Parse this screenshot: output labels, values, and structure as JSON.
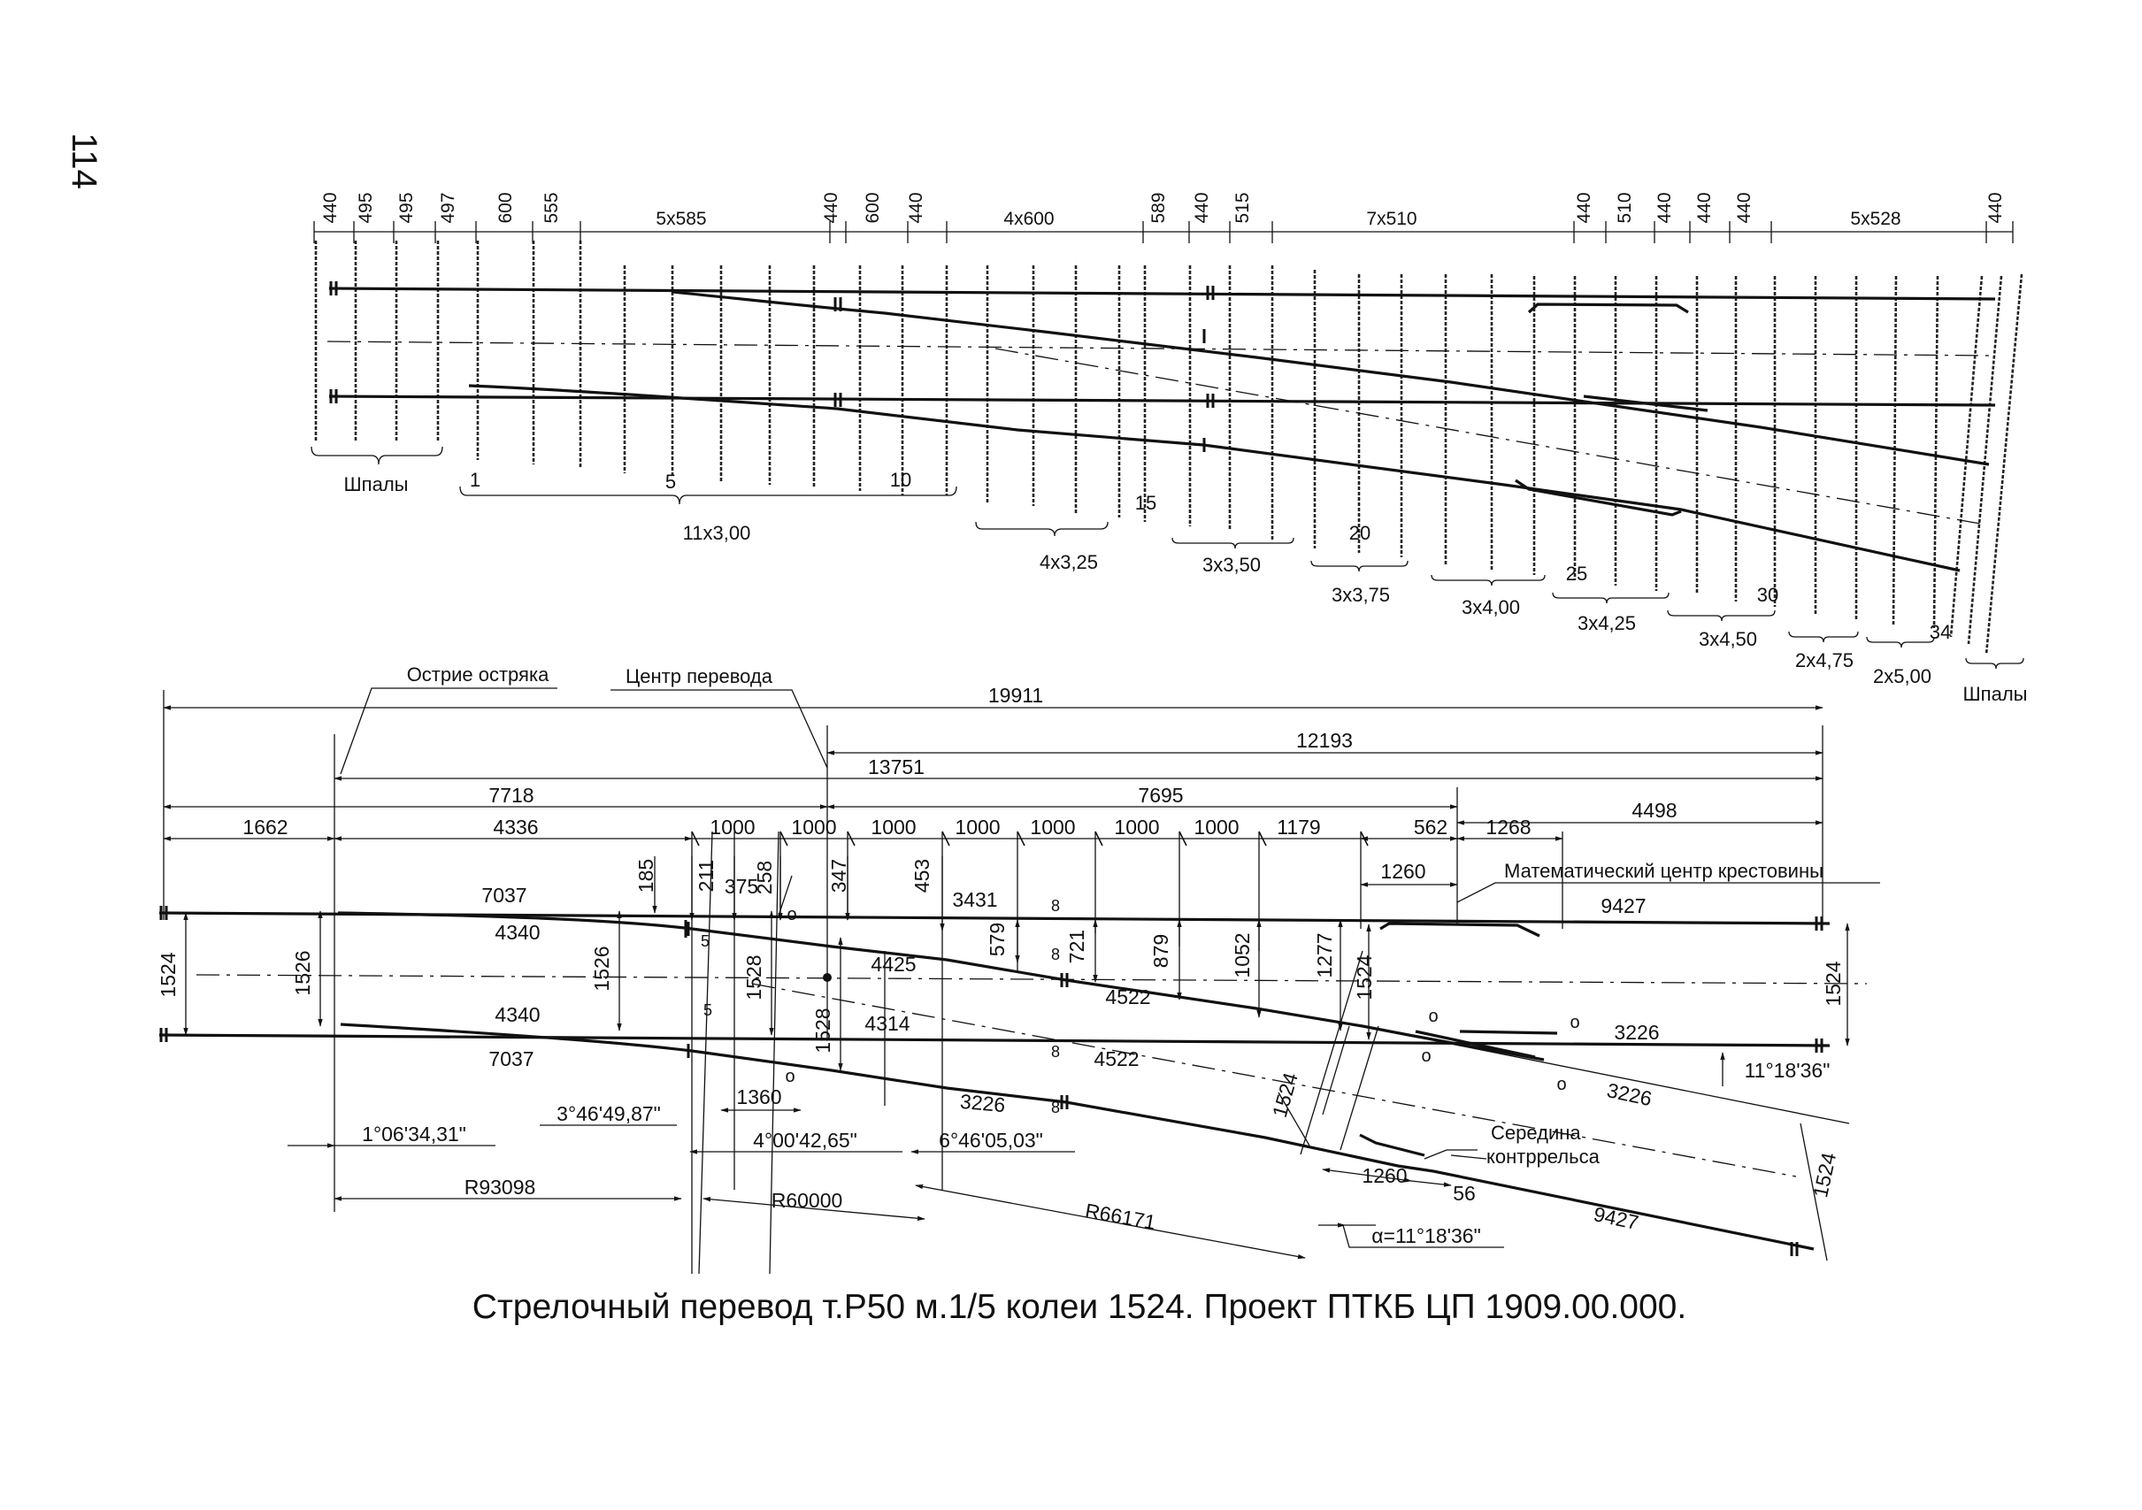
{
  "page_number": "114",
  "caption": "Стрелочный перевод т.Р50 м.1/5 колеи 1524. Проект ПТКБ ЦП 1909.00.000.",
  "top_plan": {
    "spacings": [
      "440",
      "495",
      "495",
      "497",
      "600",
      "555",
      "5x585",
      "440",
      "600",
      "440",
      "4x600",
      "589",
      "440",
      "515",
      "7x510",
      "440",
      "510",
      "440",
      "440",
      "440",
      "5x528",
      "440"
    ],
    "labels": {
      "ties_left": "Шпалы",
      "ties_right": "Шпалы",
      "n1": "1",
      "n5": "5",
      "n10": "10",
      "n15": "15",
      "n20": "20",
      "n25": "25",
      "n30": "30",
      "n34": "34",
      "g1": "11x3,00",
      "g2": "4x3,25",
      "g3": "3x3,50",
      "g4": "3x3,75",
      "g5": "3x4,00",
      "g6": "3x4,25",
      "g7": "3x4,50",
      "g8": "2x4,75",
      "g9": "2x5,00"
    }
  },
  "bottom_plan": {
    "leaders": {
      "point_tip": "Острие остряка",
      "switch_center": "Центр перевода",
      "crossing_center": "Математический центр крестовины",
      "guardrail_mid_1": "Середина",
      "guardrail_mid_2": "контррельса"
    },
    "dims": {
      "d19911": "19911",
      "d12193": "12193",
      "d13751": "13751",
      "d7718": "7718",
      "d7695": "7695",
      "d4498": "4498",
      "d1662": "1662",
      "d4336": "4336",
      "d1000a": "1000",
      "d1000b": "1000",
      "d1000c": "1000",
      "d1000d": "1000",
      "d1000e": "1000",
      "d1000f": "1000",
      "d1000g": "1000",
      "d1179": "1179",
      "d562": "562",
      "d1268": "1268",
      "d1260a": "1260",
      "v185": "185",
      "v211": "211",
      "v375": "375",
      "v258": "258",
      "v347": "347",
      "v453": "453",
      "v579": "579",
      "v721": "721",
      "v879": "879",
      "v1052": "1052",
      "v1277": "1277",
      "v1524m": "1524",
      "v1526a": "1526",
      "v1526b": "1526",
      "v1528a": "1528",
      "v1528b": "1528",
      "v1524L": "1524",
      "v1524R": "1524",
      "v1524D": "1524",
      "v1524B": "1524",
      "r7037a": "7037",
      "r4340a": "4340",
      "r4340b": "4340",
      "r7037b": "7037",
      "r3431": "3431",
      "r4425": "4425",
      "r4314": "4314",
      "r4522a": "4522",
      "r4522b": "4522",
      "r3226a": "3226",
      "r3226b": "3226",
      "r3226c": "3226",
      "r9427a": "9427",
      "r9427b": "9427",
      "s5a": "5",
      "s5b": "5",
      "s8a": "8",
      "s8b": "8",
      "s8c": "8",
      "s8d": "8",
      "o1": "o",
      "o2": "o",
      "o3": "o",
      "o4": "o",
      "o5": "o",
      "o6": "o",
      "d1360": "1360",
      "d1260b": "1260",
      "d56": "56"
    },
    "angles": {
      "a1": "1°06'34,31\"",
      "a2": "3°46'49,87\"",
      "a3": "4°00'42,65\"",
      "a4": "6°46'05,03\"",
      "a5": "11°18'36\"",
      "alpha": "α=11°18'36\""
    },
    "radii": {
      "r1": "R93098",
      "r2": "R60000",
      "r3": "R66171"
    }
  }
}
